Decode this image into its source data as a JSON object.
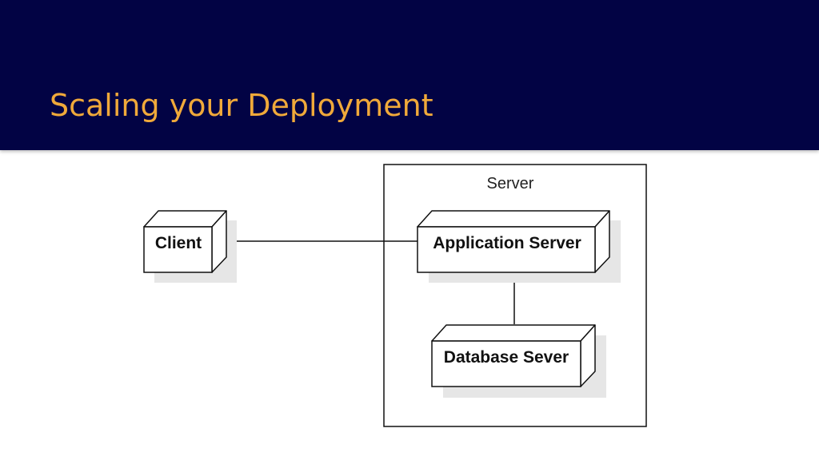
{
  "slide": {
    "title": "Scaling your Deployment",
    "header_color": "#020344",
    "title_color": "#f0a93a"
  },
  "diagram": {
    "frame": {
      "label": "Server"
    },
    "nodes": {
      "client": {
        "label": "Client"
      },
      "app_server": {
        "label": "Application Server"
      },
      "db_server": {
        "label": "Database Sever"
      }
    },
    "connections": [
      {
        "from": "Client",
        "to": "Application Server"
      },
      {
        "from": "Application Server",
        "to": "Database Sever"
      }
    ]
  }
}
